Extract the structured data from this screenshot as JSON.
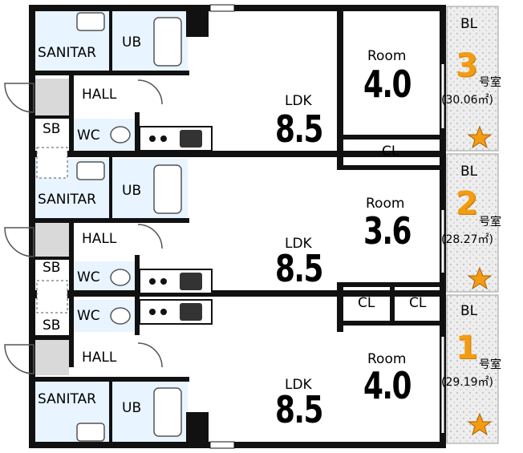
{
  "units": [
    {
      "room_number": "3",
      "gou_label": "号室",
      "area": "(30.06㎡)",
      "ldk_label": "LDK",
      "ldk_size": "8.5",
      "room_label": "Room",
      "room_size": "4.0",
      "bl_label": "BL",
      "closets": [
        "CL"
      ],
      "hall_label": "HALL",
      "ub_label": "UB",
      "sanitar_label": "SANITAR",
      "wc_label": "WC",
      "sb_label": "SB"
    },
    {
      "room_number": "2",
      "gou_label": "号室",
      "area": "(28.27㎡)",
      "ldk_label": "LDK",
      "ldk_size": "8.5",
      "room_label": "Room",
      "room_size": "3.6",
      "bl_label": "BL",
      "closets": [
        "CL",
        "CL"
      ],
      "hall_label": "HALL",
      "ub_label": "UB",
      "sanitar_label": "SANITAR",
      "wc_label": "WC",
      "sb_label": "SB"
    },
    {
      "room_number": "1",
      "gou_label": "号室",
      "area": "(29.19㎡)",
      "ldk_label": "LDK",
      "ldk_size": "8.5",
      "room_label": "Room",
      "room_size": "4.0",
      "bl_label": "BL",
      "hall_label": "HALL",
      "ub_label": "UB",
      "sanitar_label": "SANITAR",
      "wc_label": "WC",
      "sb_label": "SB"
    }
  ],
  "colors": {
    "wall": "#111111",
    "bath": "#e8f4ff",
    "floor_gray": "#d9d9d9",
    "accent": "#f39c12"
  }
}
